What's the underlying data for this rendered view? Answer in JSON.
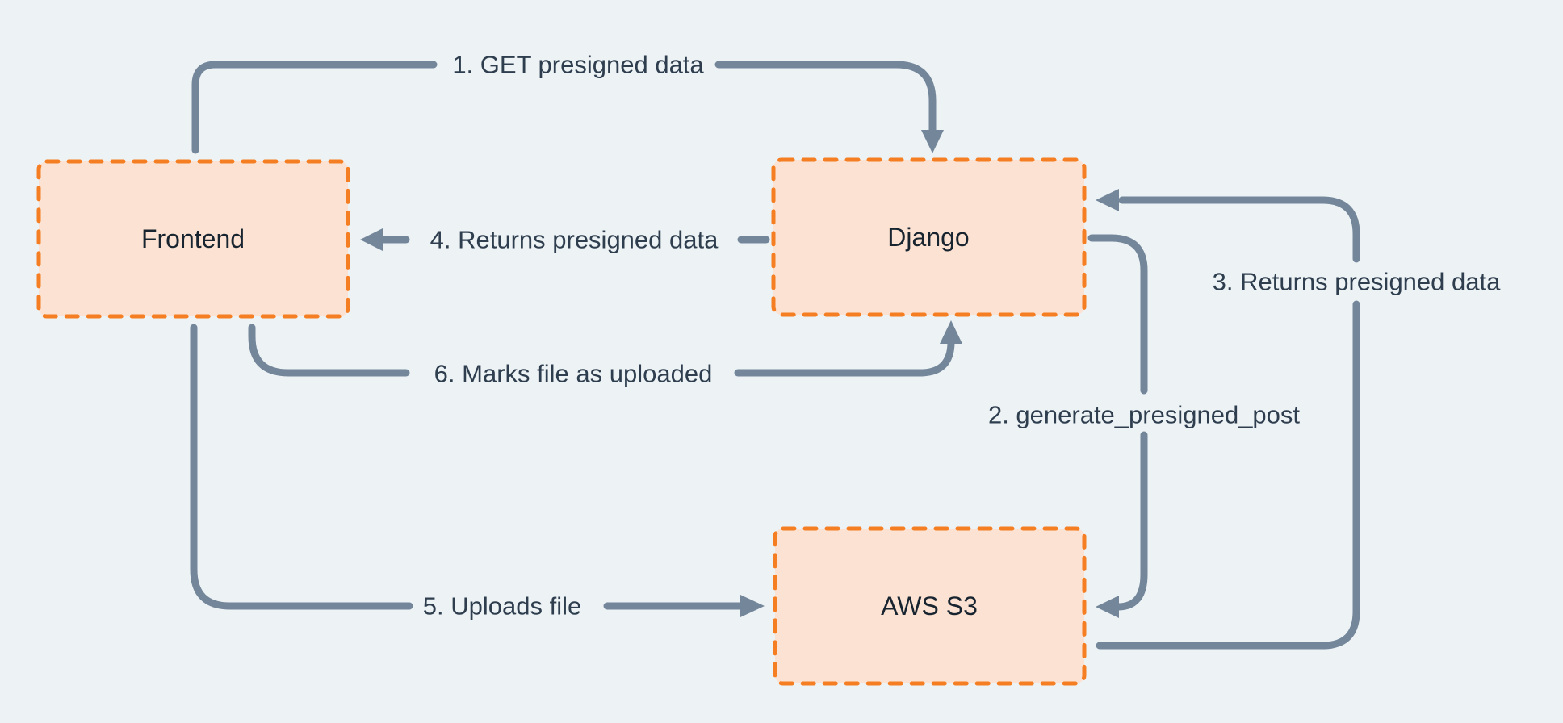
{
  "diagram": {
    "title": "Presigned upload flow between Frontend, Django and AWS S3",
    "background_color": "#edf2f5",
    "colors": {
      "arrow_line": "#74879a",
      "node_fill": "#fce2d2",
      "node_border": "#f57e22",
      "node_label_text": "#182530",
      "edge_label_text": "#2e3e4e"
    },
    "nodes": {
      "frontend": {
        "label": "Frontend"
      },
      "django": {
        "label": "Django"
      },
      "aws_s3": {
        "label": "AWS S3"
      }
    },
    "edges": {
      "e1": {
        "label": "1. GET presigned data",
        "from": "Frontend",
        "to": "Django"
      },
      "e2": {
        "label": "2. generate_presigned_post",
        "from": "Django",
        "to": "AWS S3"
      },
      "e3": {
        "label": "3. Returns presigned data",
        "from": "AWS S3",
        "to": "Django"
      },
      "e4": {
        "label": "4. Returns presigned data",
        "from": "Django",
        "to": "Frontend"
      },
      "e5": {
        "label": "5. Uploads file",
        "from": "Frontend",
        "to": "AWS S3"
      },
      "e6": {
        "label": "6. Marks file as  uploaded",
        "from": "Frontend",
        "to": "Django"
      }
    }
  }
}
